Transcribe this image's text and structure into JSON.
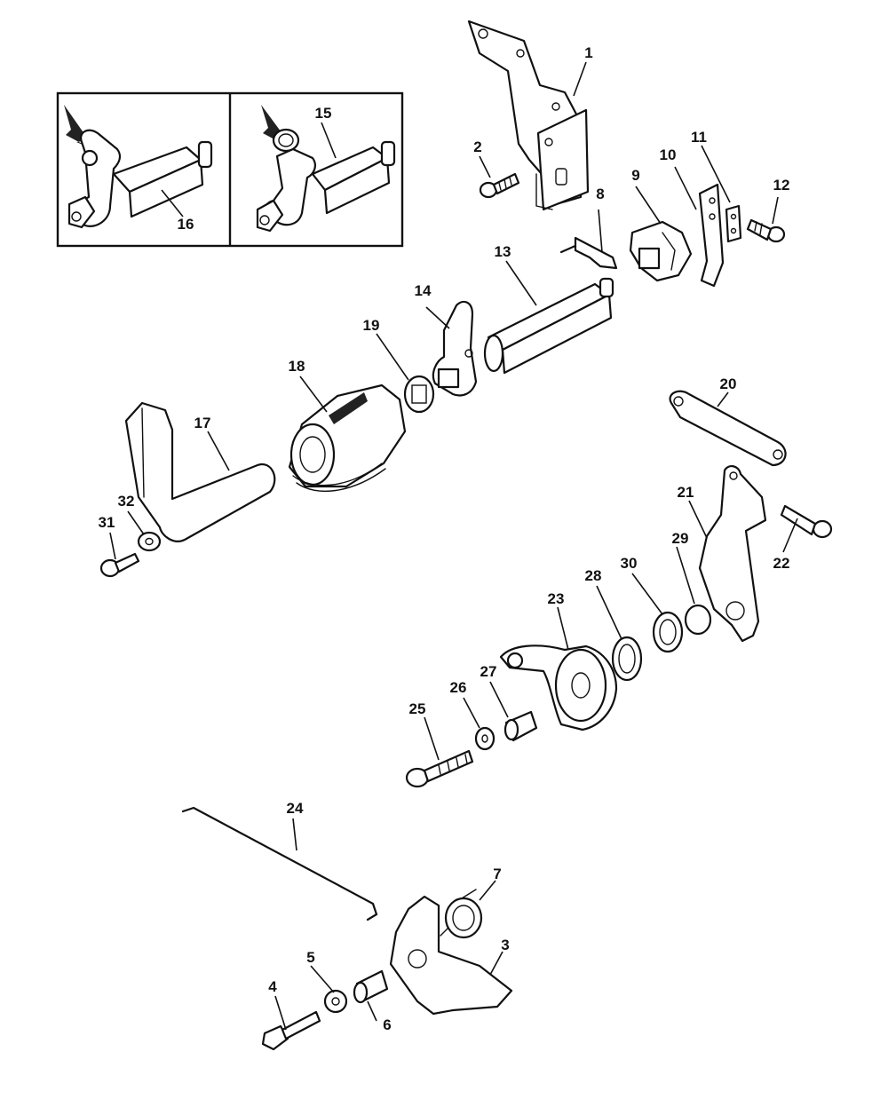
{
  "callouts": {
    "p1": "1",
    "p2": "2",
    "p3": "3",
    "p4": "4",
    "p5": "5",
    "p6": "6",
    "p7": "7",
    "p8": "8",
    "p9": "9",
    "p10": "10",
    "p11": "11",
    "p12": "12",
    "p13": "13",
    "p14": "14",
    "p15": "15",
    "p16": "16",
    "p17": "17",
    "p18": "18",
    "p19": "19",
    "p20": "20",
    "p21": "21",
    "p22": "22",
    "p23": "23",
    "p24": "24",
    "p25": "25",
    "p26": "26",
    "p27": "27",
    "p28": "28",
    "p29": "29",
    "p30": "30",
    "p31": "31",
    "p32": "32"
  },
  "colors": {
    "ink": "#111111",
    "paper": "#ffffff"
  }
}
